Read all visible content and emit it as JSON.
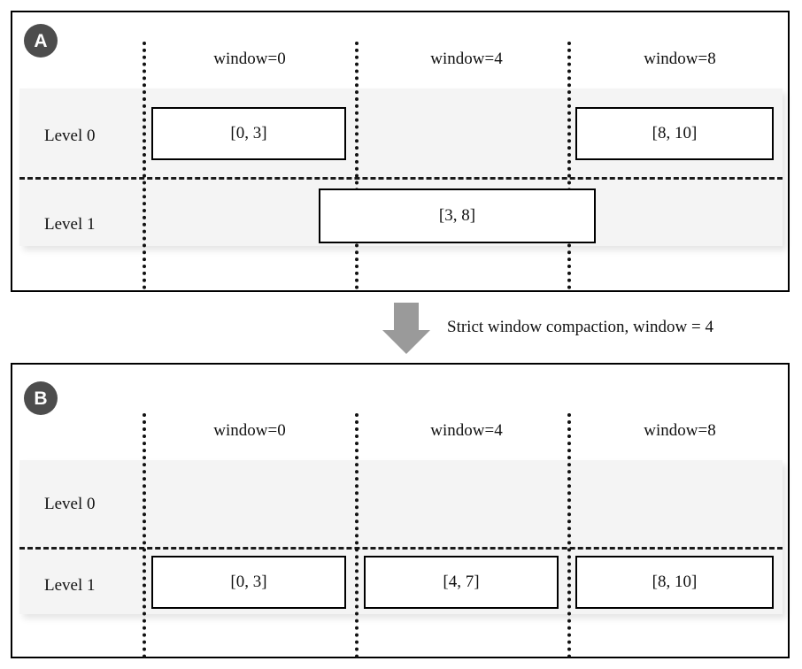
{
  "figure": {
    "panels": [
      {
        "id": "A",
        "badge_label": "A",
        "column_headers": [
          {
            "label": "window=0"
          },
          {
            "label": "window=4"
          },
          {
            "label": "window=8"
          }
        ],
        "levels": [
          {
            "label": "Level 0"
          },
          {
            "label": "Level 1"
          }
        ],
        "boxes": [
          {
            "label": "[0, 3]",
            "level": "Level 0",
            "window": "window=0"
          },
          {
            "label": "[8, 10]",
            "level": "Level 0",
            "window": "window=8"
          },
          {
            "label": "[3, 8]",
            "level": "Level 1",
            "window": "window=4"
          }
        ]
      },
      {
        "id": "B",
        "badge_label": "B",
        "column_headers": [
          {
            "label": "window=0"
          },
          {
            "label": "window=4"
          },
          {
            "label": "window=8"
          }
        ],
        "levels": [
          {
            "label": "Level 0"
          },
          {
            "label": "Level 1"
          }
        ],
        "boxes": [
          {
            "label": "[0, 3]",
            "level": "Level 1",
            "window": "window=0"
          },
          {
            "label": "[4, 7]",
            "level": "Level 1",
            "window": "window=4"
          },
          {
            "label": "[8, 10]",
            "level": "Level 1",
            "window": "window=8"
          }
        ]
      }
    ],
    "transition": {
      "caption": "Strict window compaction, window = 4",
      "arrow_direction": "down"
    },
    "colors": {
      "badge_fill": "#4d4d4d",
      "badge_text": "#ffffff",
      "shade_fill": "#f4f4f4",
      "arrow_fill": "#9a9a9a",
      "line": "#111111",
      "panel_border": "#000000"
    }
  }
}
